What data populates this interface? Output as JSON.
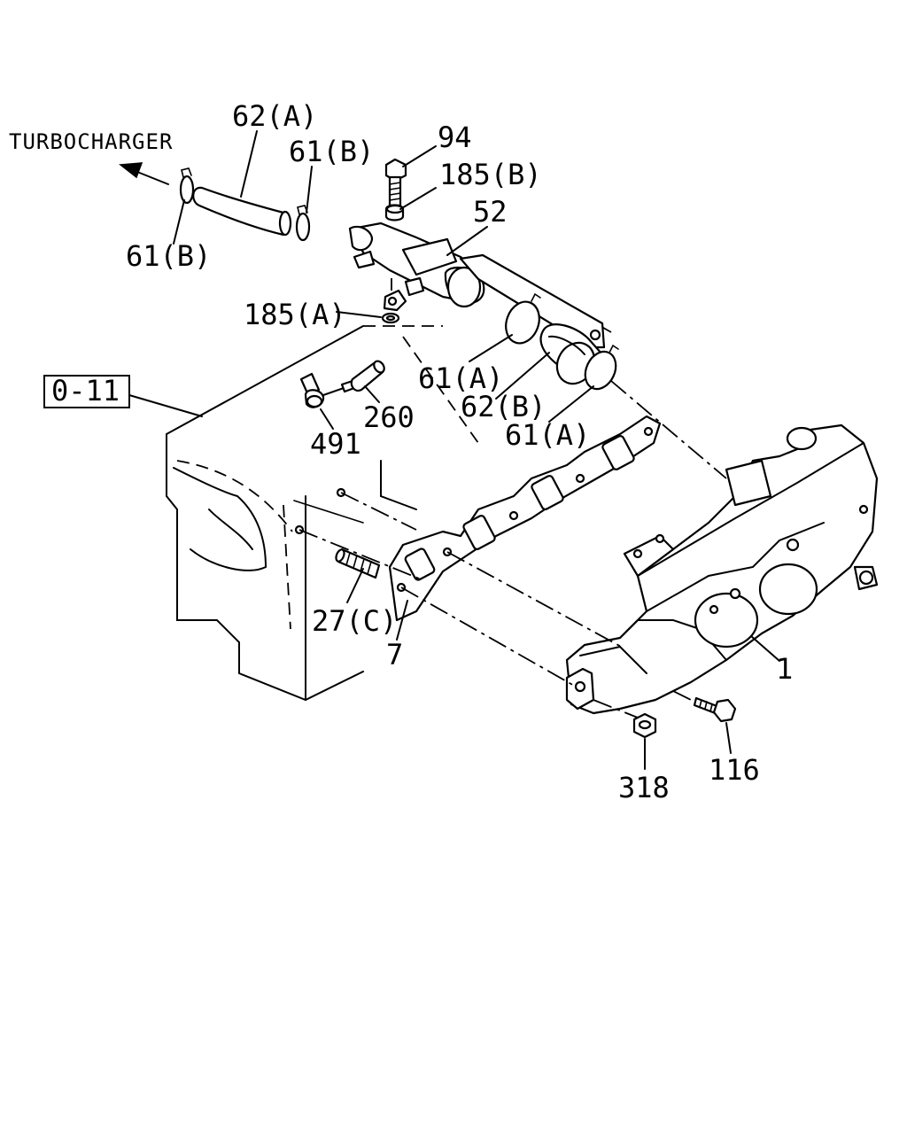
{
  "diagram": {
    "direction_label": "TURBOCHARGER",
    "reference_box": "0-11",
    "callouts": {
      "c62a": "62(A)",
      "c61b_top": "61(B)",
      "c61b_left": "61(B)",
      "c94": "94",
      "c185b": "185(B)",
      "c52": "52",
      "c185a": "185(A)",
      "c61a_mid": "61(A)",
      "c62b": "62(B)",
      "c61a_low": "61(A)",
      "c260": "260",
      "c491": "491",
      "c27c": "27(C)",
      "c7": "7",
      "c1": "1",
      "c318": "318",
      "c116": "116"
    }
  }
}
